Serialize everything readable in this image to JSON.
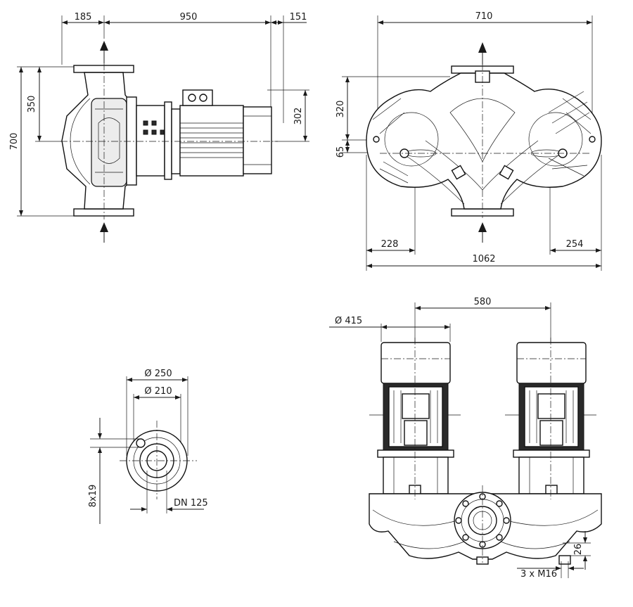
{
  "drawing": {
    "side_view": {
      "dims": {
        "flange_offset": "185",
        "motor_length": "950",
        "motor_overhang": "151",
        "total_height": "700",
        "half_height": "350",
        "motor_axis_height": "302"
      }
    },
    "top_view": {
      "dims": {
        "width_top": "710",
        "height_upper": "320",
        "offset_small": "65",
        "left_offset": "228",
        "right_offset": "254",
        "total_width": "1062"
      }
    },
    "flange_view": {
      "dims": {
        "outer_diameter": "Ø 250",
        "bolt_circle": "Ø 210",
        "bolts": "8x19",
        "nominal_size": "DN 125"
      }
    },
    "front_view": {
      "dims": {
        "motor_spacing": "580",
        "motor_diameter": "Ø 415",
        "foot_height": "26",
        "thread": "3 x M16"
      }
    }
  }
}
